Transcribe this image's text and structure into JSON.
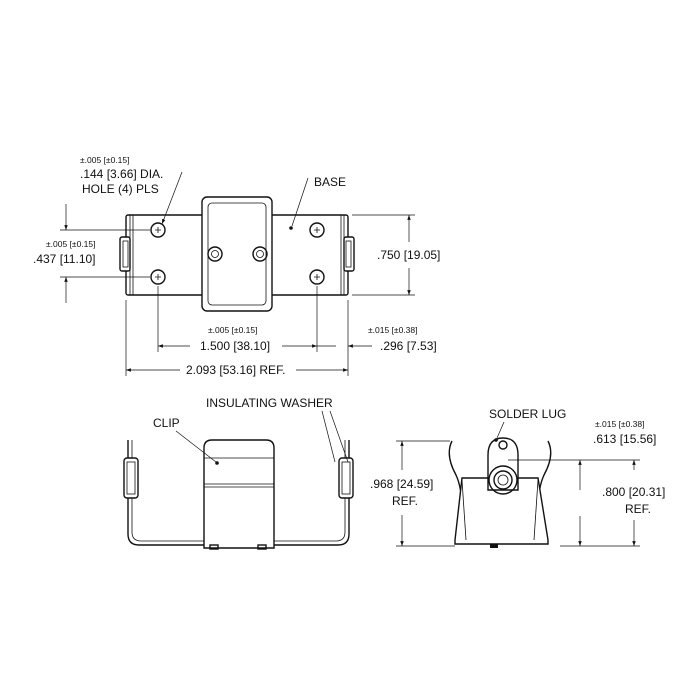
{
  "top_view": {
    "hole_tolerance": "±.005 [±0.15]",
    "hole_dia": ".144 [3.66] DIA.",
    "hole_count": "HOLE (4) PLS",
    "base_label": "BASE",
    "height_tolerance": "±.005 [±0.15]",
    "height_dim": ".437 [11.10]",
    "total_height_dim": ".750 [19.05]",
    "spacing_tolerance": "±.005 [±0.15]",
    "spacing_dim": "1.500 [38.10]",
    "edge_tolerance": "±.015 [±0.38]",
    "edge_dim": ".296 [7.53]",
    "length_dim": "2.093 [53.16] REF."
  },
  "front_view": {
    "clip_label": "CLIP",
    "washer_label": "INSULATING WASHER"
  },
  "side_view": {
    "lug_label": "SOLDER LUG",
    "height_dim": ".968 [24.59]",
    "height_ref": "REF.",
    "lug_tolerance": "±.015 [±0.38]",
    "lug_dim": ".613 [15.56]",
    "body_dim": ".800 [20.31]",
    "body_ref": "REF."
  }
}
